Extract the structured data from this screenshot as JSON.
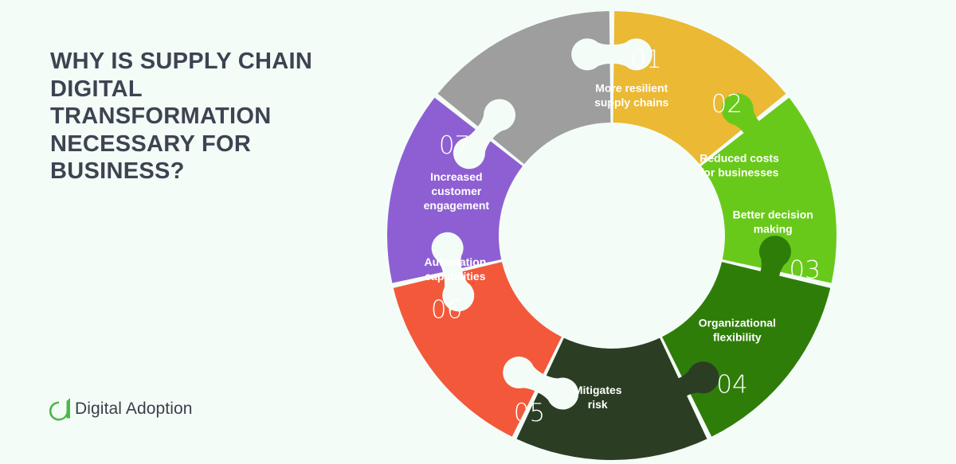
{
  "title_lines": [
    "WHY IS SUPPLY CHAIN",
    "DIGITAL",
    "TRANSFORMATION",
    "NECESSARY FOR",
    "BUSINESS?"
  ],
  "logo": {
    "text": "Digital Adoption",
    "icon": "digital-adoption-logo-icon",
    "color": "#4db848"
  },
  "segments": [
    {
      "number": "01",
      "label_lines": [
        "More resilient",
        "supply chains"
      ],
      "color": "#ebb933"
    },
    {
      "number": "02",
      "label_lines": [
        "Reduced costs",
        "for businesses"
      ],
      "color": "#69c91b"
    },
    {
      "number": "03",
      "label_lines": [
        "Better decision",
        "making"
      ],
      "color": "#2f7d09"
    },
    {
      "number": "04",
      "label_lines": [
        "Organizational",
        "flexibility"
      ],
      "color": "#2b3e24"
    },
    {
      "number": "05",
      "label_lines": [
        "Mitigates",
        "risk"
      ],
      "color": "#f3583a"
    },
    {
      "number": "06",
      "label_lines": [
        "Automation",
        "capabilities"
      ],
      "color": "#8e5fd3"
    },
    {
      "number": "07",
      "label_lines": [
        "Increased",
        "customer",
        "engagement"
      ],
      "color": "#9e9e9e"
    }
  ]
}
